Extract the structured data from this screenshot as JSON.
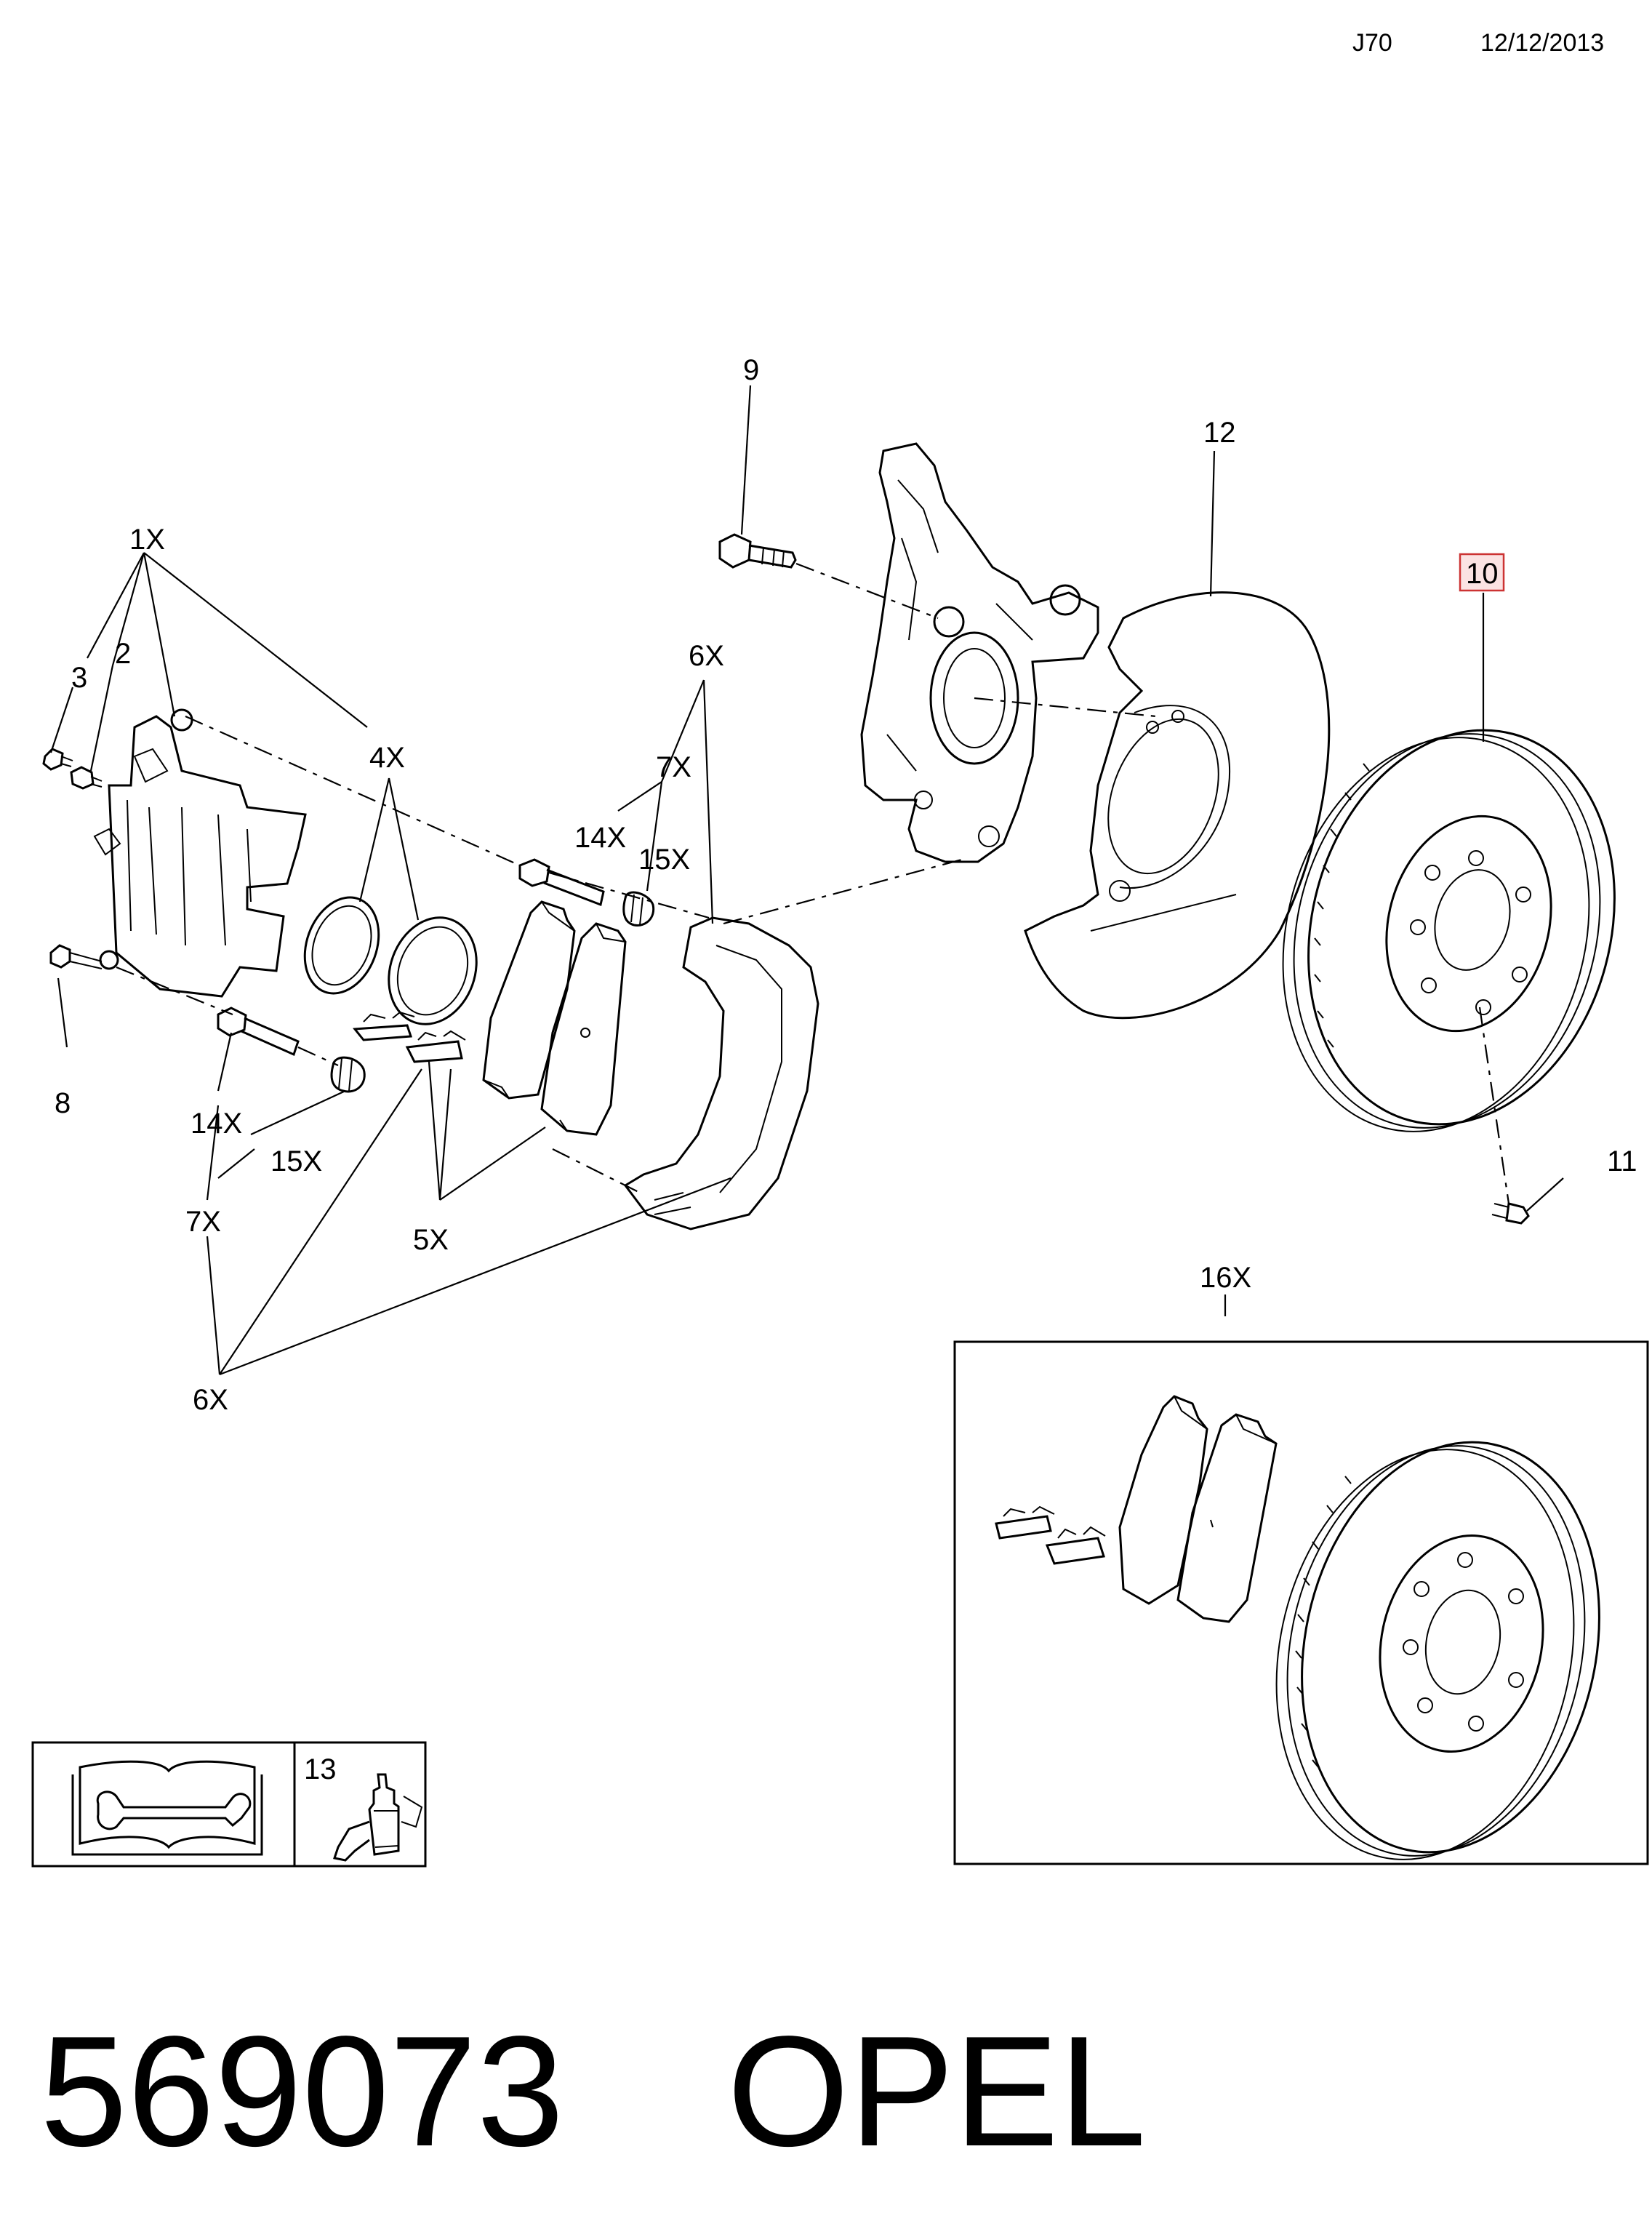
{
  "header": {
    "code": "J70",
    "date": "12/12/2013"
  },
  "callouts": {
    "c1x_top": "1X",
    "c2": "2",
    "c3": "3",
    "c4x": "4X",
    "c6x_top": "6X",
    "c7x_top": "7X",
    "c14x_top": "14X",
    "c15x_top": "15X",
    "c9": "9",
    "c12": "12",
    "c10": "10",
    "c11": "11",
    "c8": "8",
    "c14x_bottom": "14X",
    "c15x_bottom": "15X",
    "c7x_bottom": "7X",
    "c5x": "5X",
    "c6x_bottom": "6X",
    "c16x": "16X",
    "c13": "13"
  },
  "footer": {
    "part_number": "569073",
    "brand": "OPEL"
  },
  "colors": {
    "line": "#000000",
    "highlight_border": "#cc3333",
    "highlight_fill": "#fbe3e3"
  }
}
